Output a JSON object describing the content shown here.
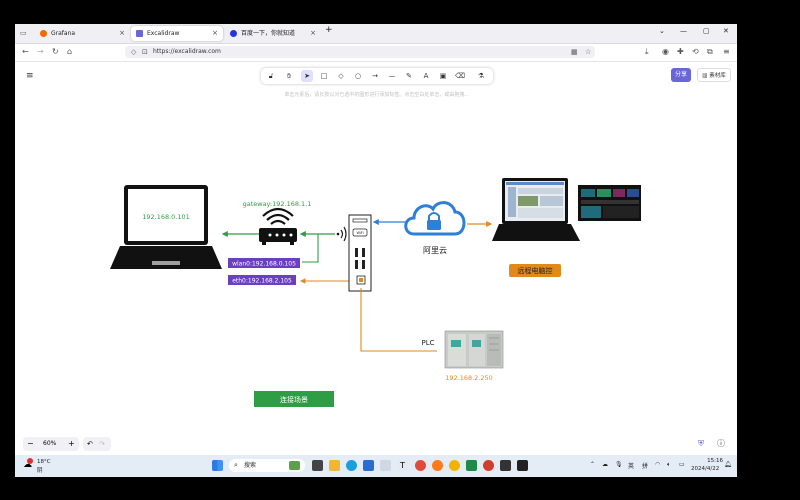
{
  "browser": {
    "tabs": [
      {
        "label": "Grafana",
        "active": false
      },
      {
        "label": "Excalidraw",
        "active": true
      },
      {
        "label": "百度一下，你就知道",
        "active": false
      }
    ],
    "url": "https://excalidraw.com"
  },
  "excalidraw": {
    "hint": "单击元素后，请长按以对已选中的图形进行添加标签。点击空白处单击，或由拖拽..",
    "share_label": "分享",
    "library_label": "素材库",
    "zoom": "60%"
  },
  "diagram": {
    "laptop_ip": "192.168.0.101",
    "gateway": "gateway:192.168.1.1",
    "wlan0": "wlan0:192.168.0.105",
    "eth0": "eth0:192.168.2.105",
    "cloud_label": "阿里云",
    "wifi_tag": "WiFi",
    "remote_label": "远程电脑控",
    "plc_label": "PLC",
    "plc_ip": "192.168.2.250",
    "scene_button": "连接场景"
  },
  "colors": {
    "green": "#2e9e45",
    "purple": "#6a3fc1",
    "orange": "#e08a1e",
    "blue": "#2f7fd6",
    "accent": "#6965db"
  },
  "taskbar": {
    "weather_temp": "18°C",
    "weather_desc": "阴",
    "search_placeholder": "搜索",
    "ime_lang": "英",
    "ime_mode": "拼",
    "time": "15:16",
    "date": "2024/4/22"
  }
}
